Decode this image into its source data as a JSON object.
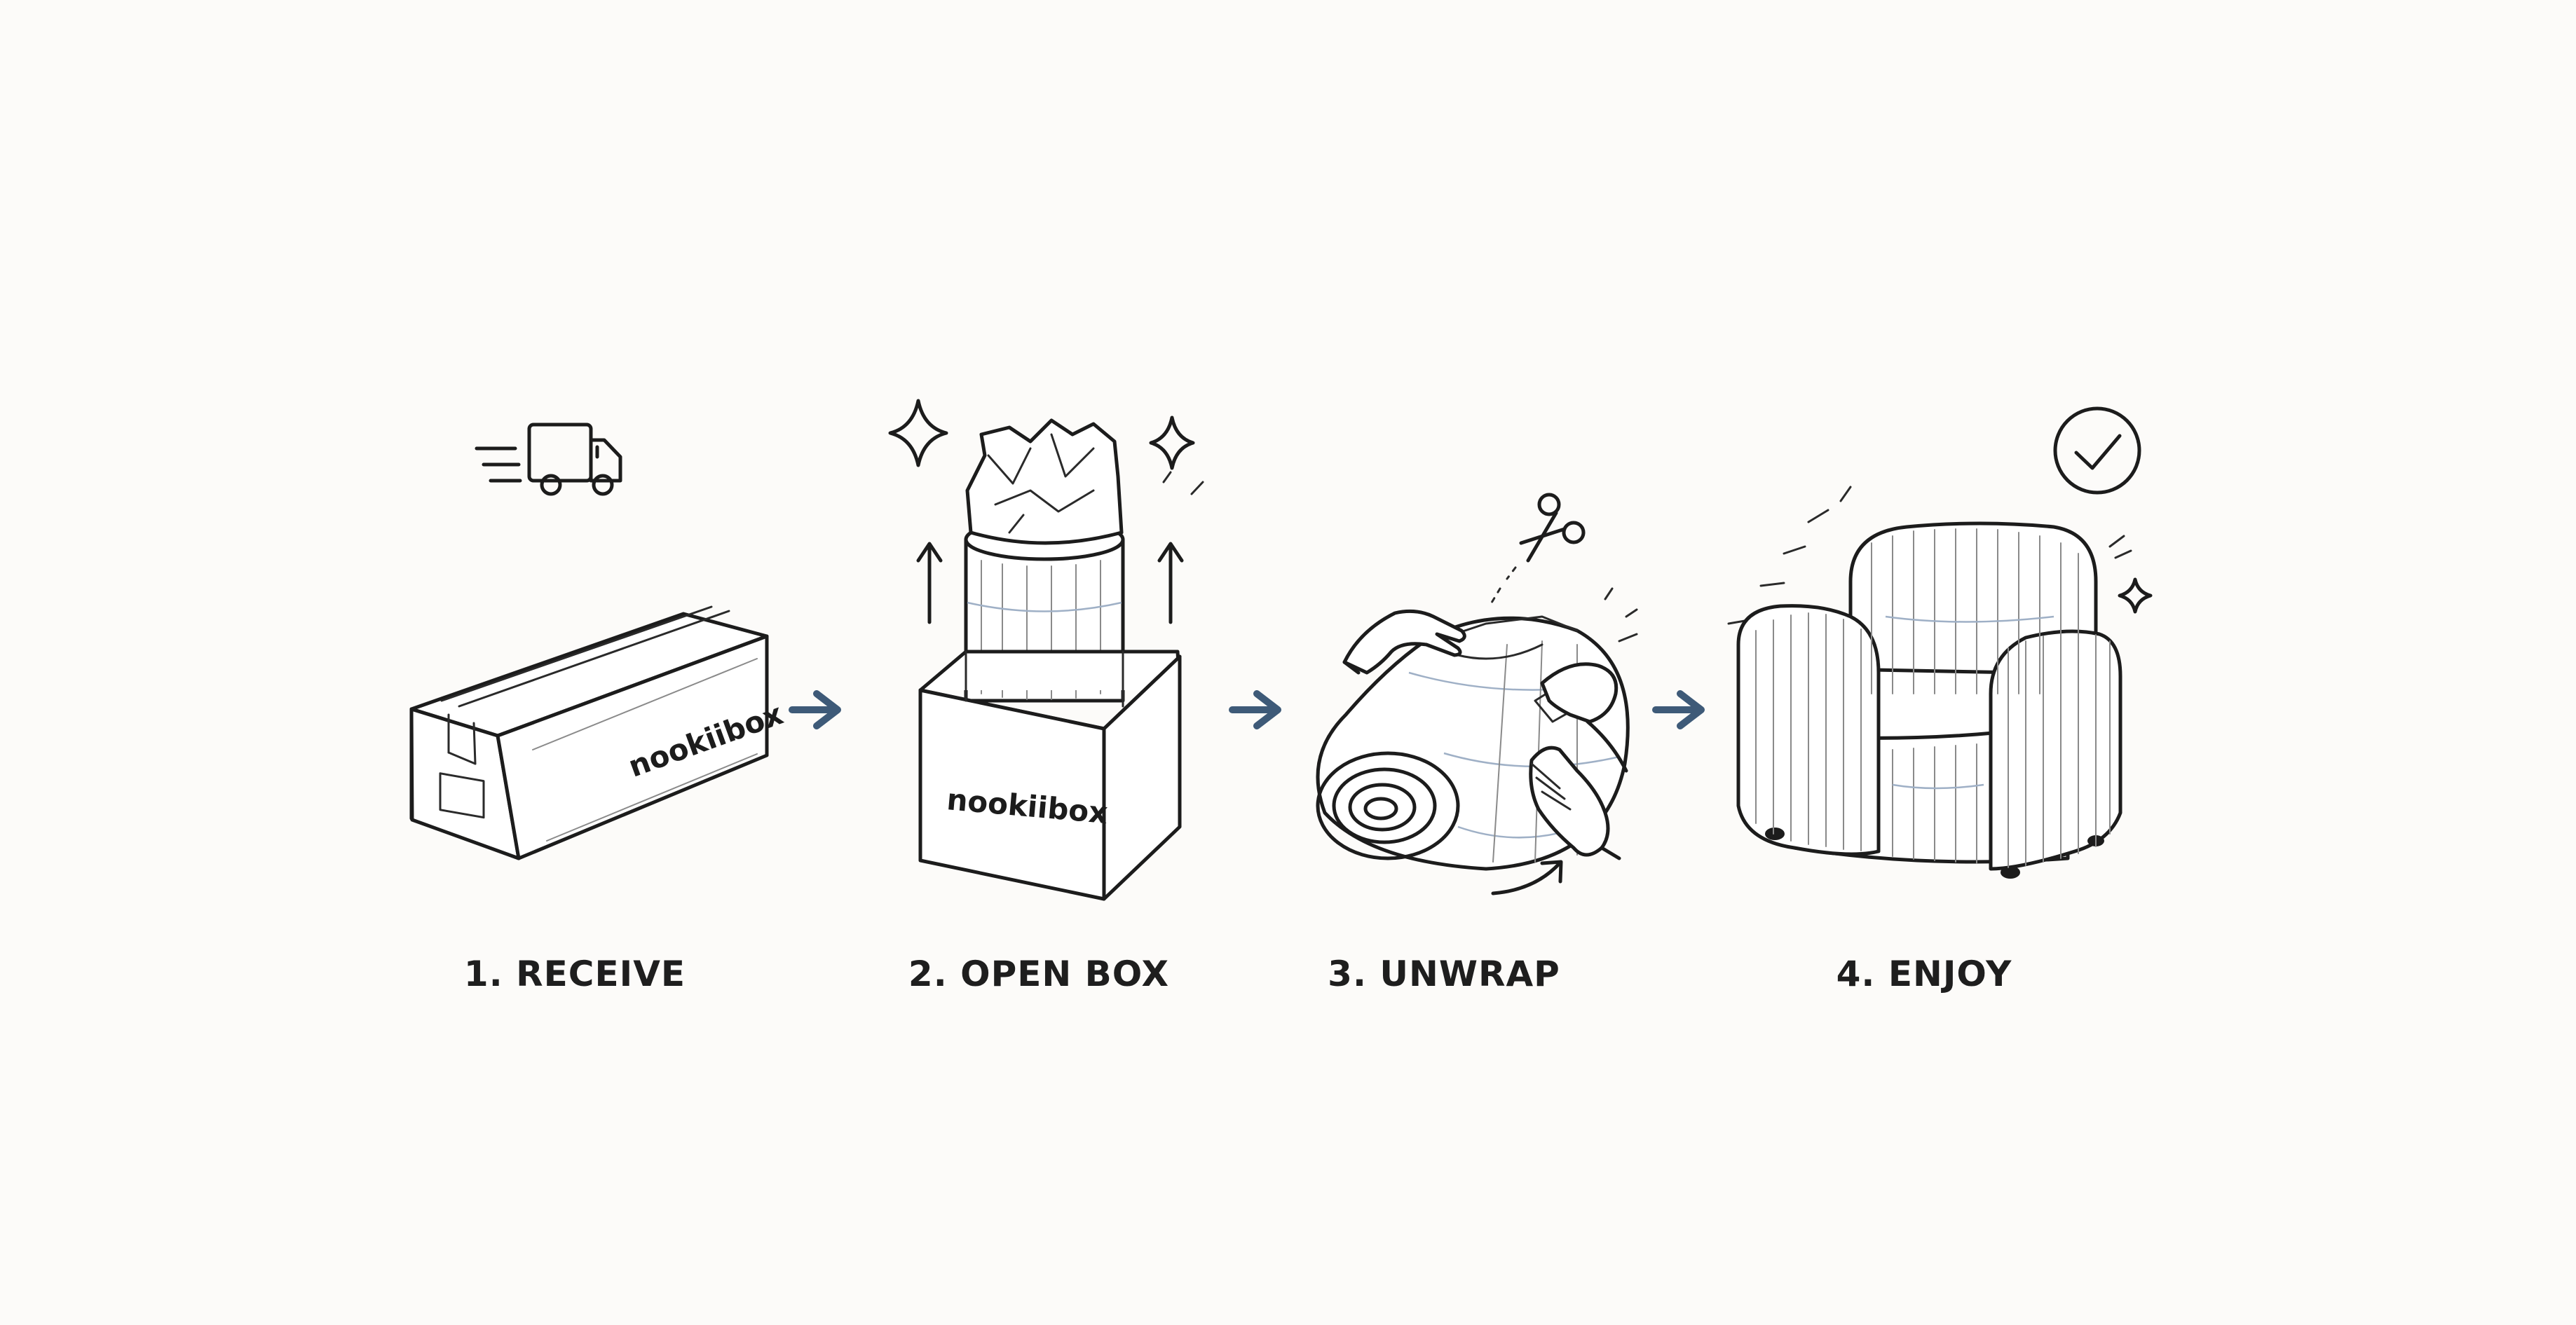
{
  "steps": [
    {
      "number": "1.",
      "label": "1. RECEIVE",
      "illustration": "delivery-truck-and-long-box",
      "box_brand": "nookiibox"
    },
    {
      "number": "2.",
      "label": "2. OPEN BOX",
      "illustration": "open-box-with-rolled-sofa",
      "box_brand": "nookiibox"
    },
    {
      "number": "3.",
      "label": "3. UNWRAP",
      "illustration": "hands-unrolling-sofa-with-scissors"
    },
    {
      "number": "4.",
      "label": "4. ENJOY",
      "illustration": "armchair-with-checkmark"
    }
  ],
  "connectors": [
    "arrow-right-icon",
    "arrow-right-icon",
    "arrow-right-icon"
  ],
  "colors": {
    "background": "#fcfbf9",
    "line": "#1c1c1c",
    "arrow": "#3e5a78",
    "label": "#1e1e1e"
  }
}
